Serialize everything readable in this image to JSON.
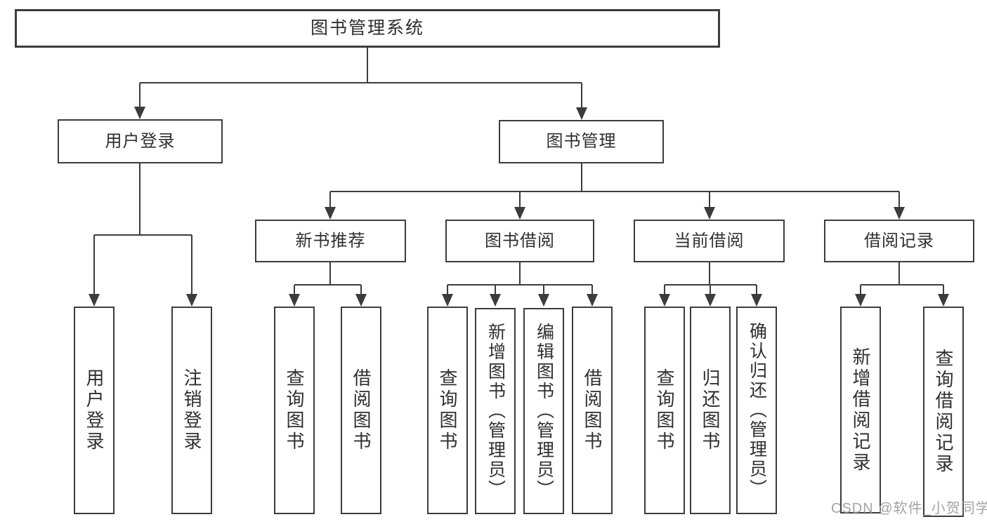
{
  "diagram": {
    "title": "图书管理系统",
    "type": "hierarchy-tree",
    "colors": {
      "line": "#3c3c3c",
      "box_border": "#3c3c3c",
      "text": "#2f2f2f",
      "background": "#ffffff",
      "watermark": "#a3a3a3"
    },
    "root": {
      "label": "图书管理系统"
    },
    "level2": [
      {
        "label": "用户登录"
      },
      {
        "label": "图书管理"
      }
    ],
    "level3": [
      {
        "label": "新书推荐",
        "parent": "图书管理"
      },
      {
        "label": "图书借阅",
        "parent": "图书管理"
      },
      {
        "label": "当前借阅",
        "parent": "图书管理"
      },
      {
        "label": "借阅记录",
        "parent": "图书管理"
      }
    ],
    "leaves": [
      {
        "label": "用户登录",
        "parent": "用户登录"
      },
      {
        "label": "注销登录",
        "parent": "用户登录"
      },
      {
        "label": "查询图书",
        "parent": "新书推荐"
      },
      {
        "label": "借阅图书",
        "parent": "新书推荐"
      },
      {
        "label": "查询图书",
        "parent": "图书借阅"
      },
      {
        "label": "新增图书（管理员）",
        "parent": "图书借阅"
      },
      {
        "label": "编辑图书（管理员）",
        "parent": "图书借阅"
      },
      {
        "label": "借阅图书",
        "parent": "图书借阅"
      },
      {
        "label": "查询图书",
        "parent": "当前借阅"
      },
      {
        "label": "归还图书",
        "parent": "当前借阅"
      },
      {
        "label": "确认归还（管理员）",
        "parent": "当前借阅"
      },
      {
        "label": "新增借阅记录",
        "parent": "借阅记录"
      },
      {
        "label": "查询借阅记录",
        "parent": "借阅记录"
      }
    ],
    "watermark": "CSDN @软件_小贺同学"
  }
}
